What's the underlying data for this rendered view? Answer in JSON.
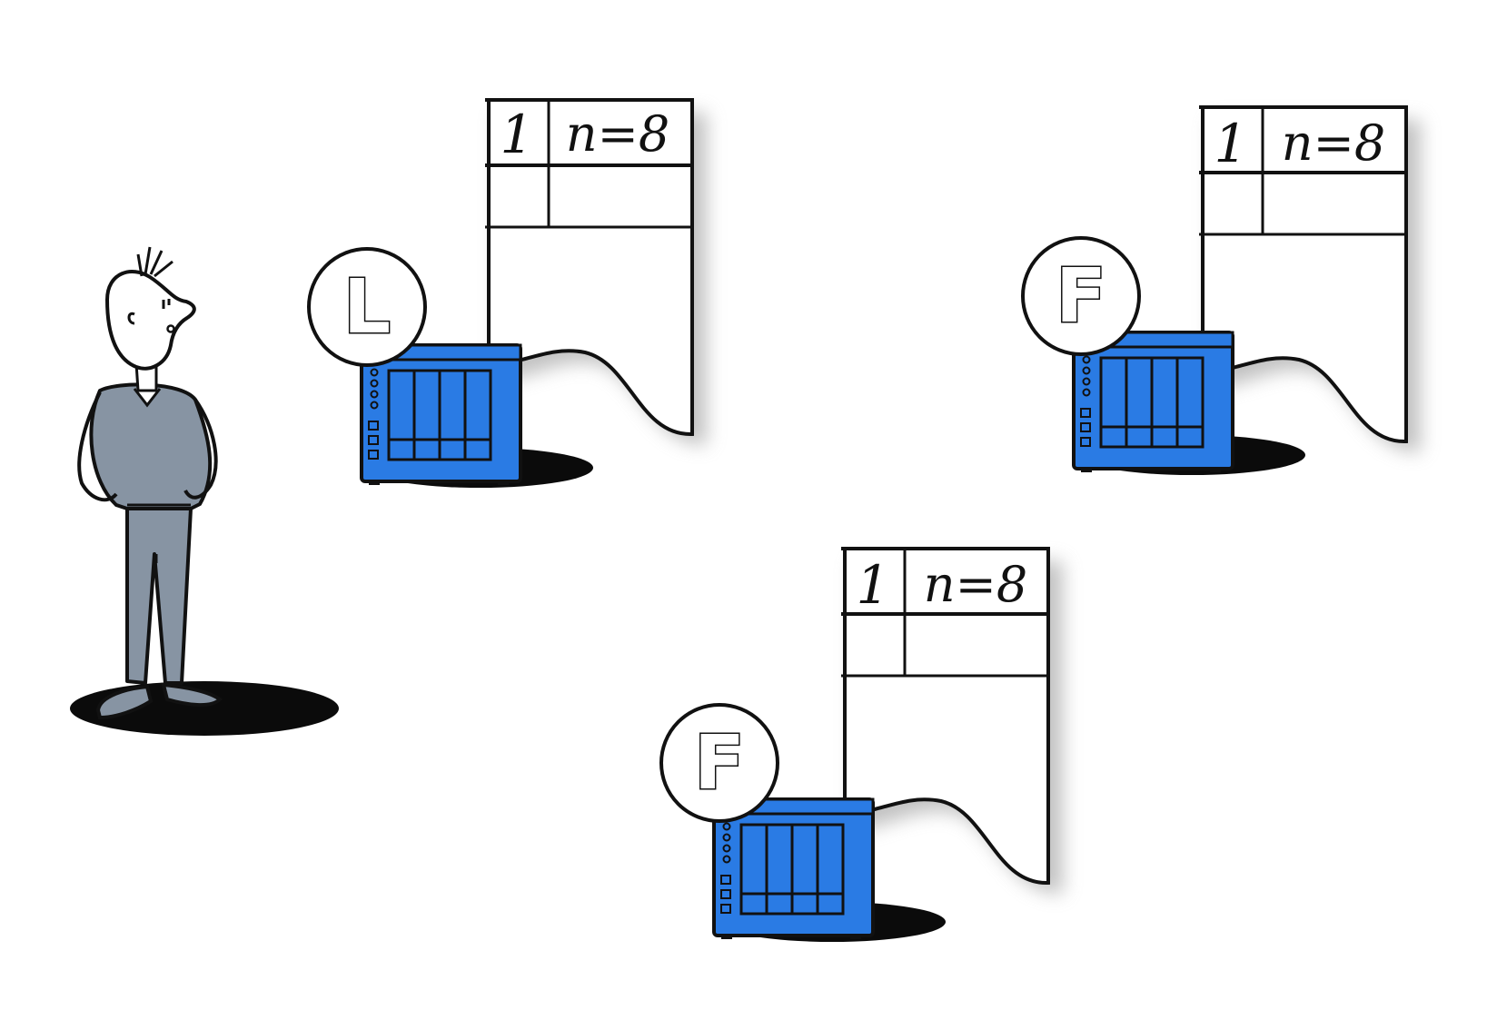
{
  "colors": {
    "server_blue": "#2a7be4",
    "person_gray": "#8794a3",
    "ink": "#111111",
    "paper": "#ffffff",
    "shadow": "#0b0b0b"
  },
  "person": {
    "icon": "person-figure"
  },
  "nodes": [
    {
      "badge": "L",
      "table": {
        "term": "1",
        "size": "n=8"
      },
      "icon": "server-icon"
    },
    {
      "badge": "F",
      "table": {
        "term": "1",
        "size": "n=8"
      },
      "icon": "server-icon"
    },
    {
      "badge": "F",
      "table": {
        "term": "1",
        "size": "n=8"
      },
      "icon": "server-icon"
    }
  ]
}
